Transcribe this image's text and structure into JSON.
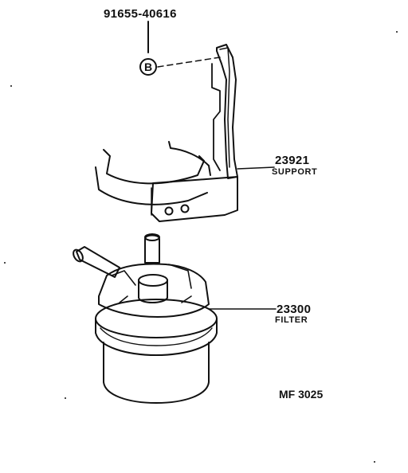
{
  "callouts": {
    "bolt_part_number": "91655-40616",
    "bolt_ref_letter": "B",
    "support_part_number": "23921",
    "support_name": "SUPPORT",
    "filter_part_number": "23300",
    "filter_name": "FILTER"
  },
  "diagram_reference": "MF 3025",
  "colors": {
    "ink": "#111111",
    "paper": "#ffffff"
  }
}
